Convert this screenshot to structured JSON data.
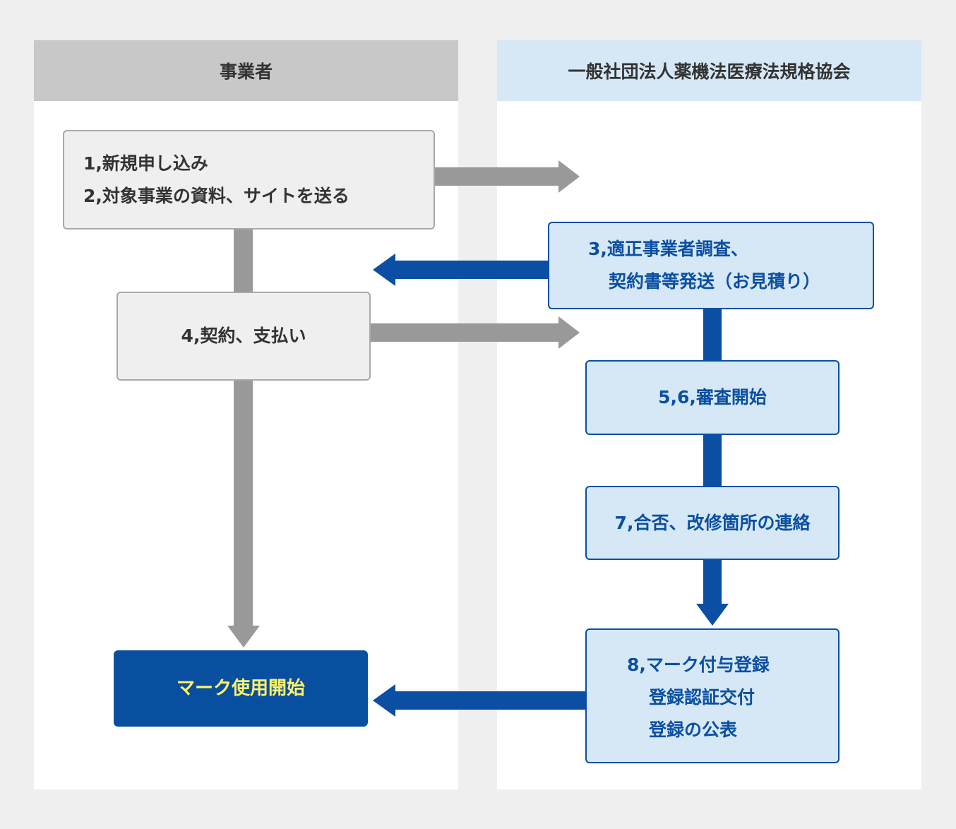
{
  "lanes": {
    "left_title": "事業者",
    "right_title": "一般社団法人薬機法医療法規格協会"
  },
  "steps": {
    "step1_2": [
      "1,新規申し込み",
      "2,対象事業の資料、サイトを送る"
    ],
    "step3": [
      "3,適正事業者調査、",
      "契約書等発送（お見積り）"
    ],
    "step4": "4,契約、支払い",
    "step5_6": "5,6,審査開始",
    "step7": "7,合否、改修箇所の連絡",
    "step8": [
      "8,マーク付与登録",
      "登録認証交付",
      "登録の公表"
    ],
    "final": "マーク使用開始"
  },
  "colors": {
    "gray_arrow": "#999999",
    "blue_arrow": "#0a4fa3",
    "final_text": "#fff36a"
  }
}
